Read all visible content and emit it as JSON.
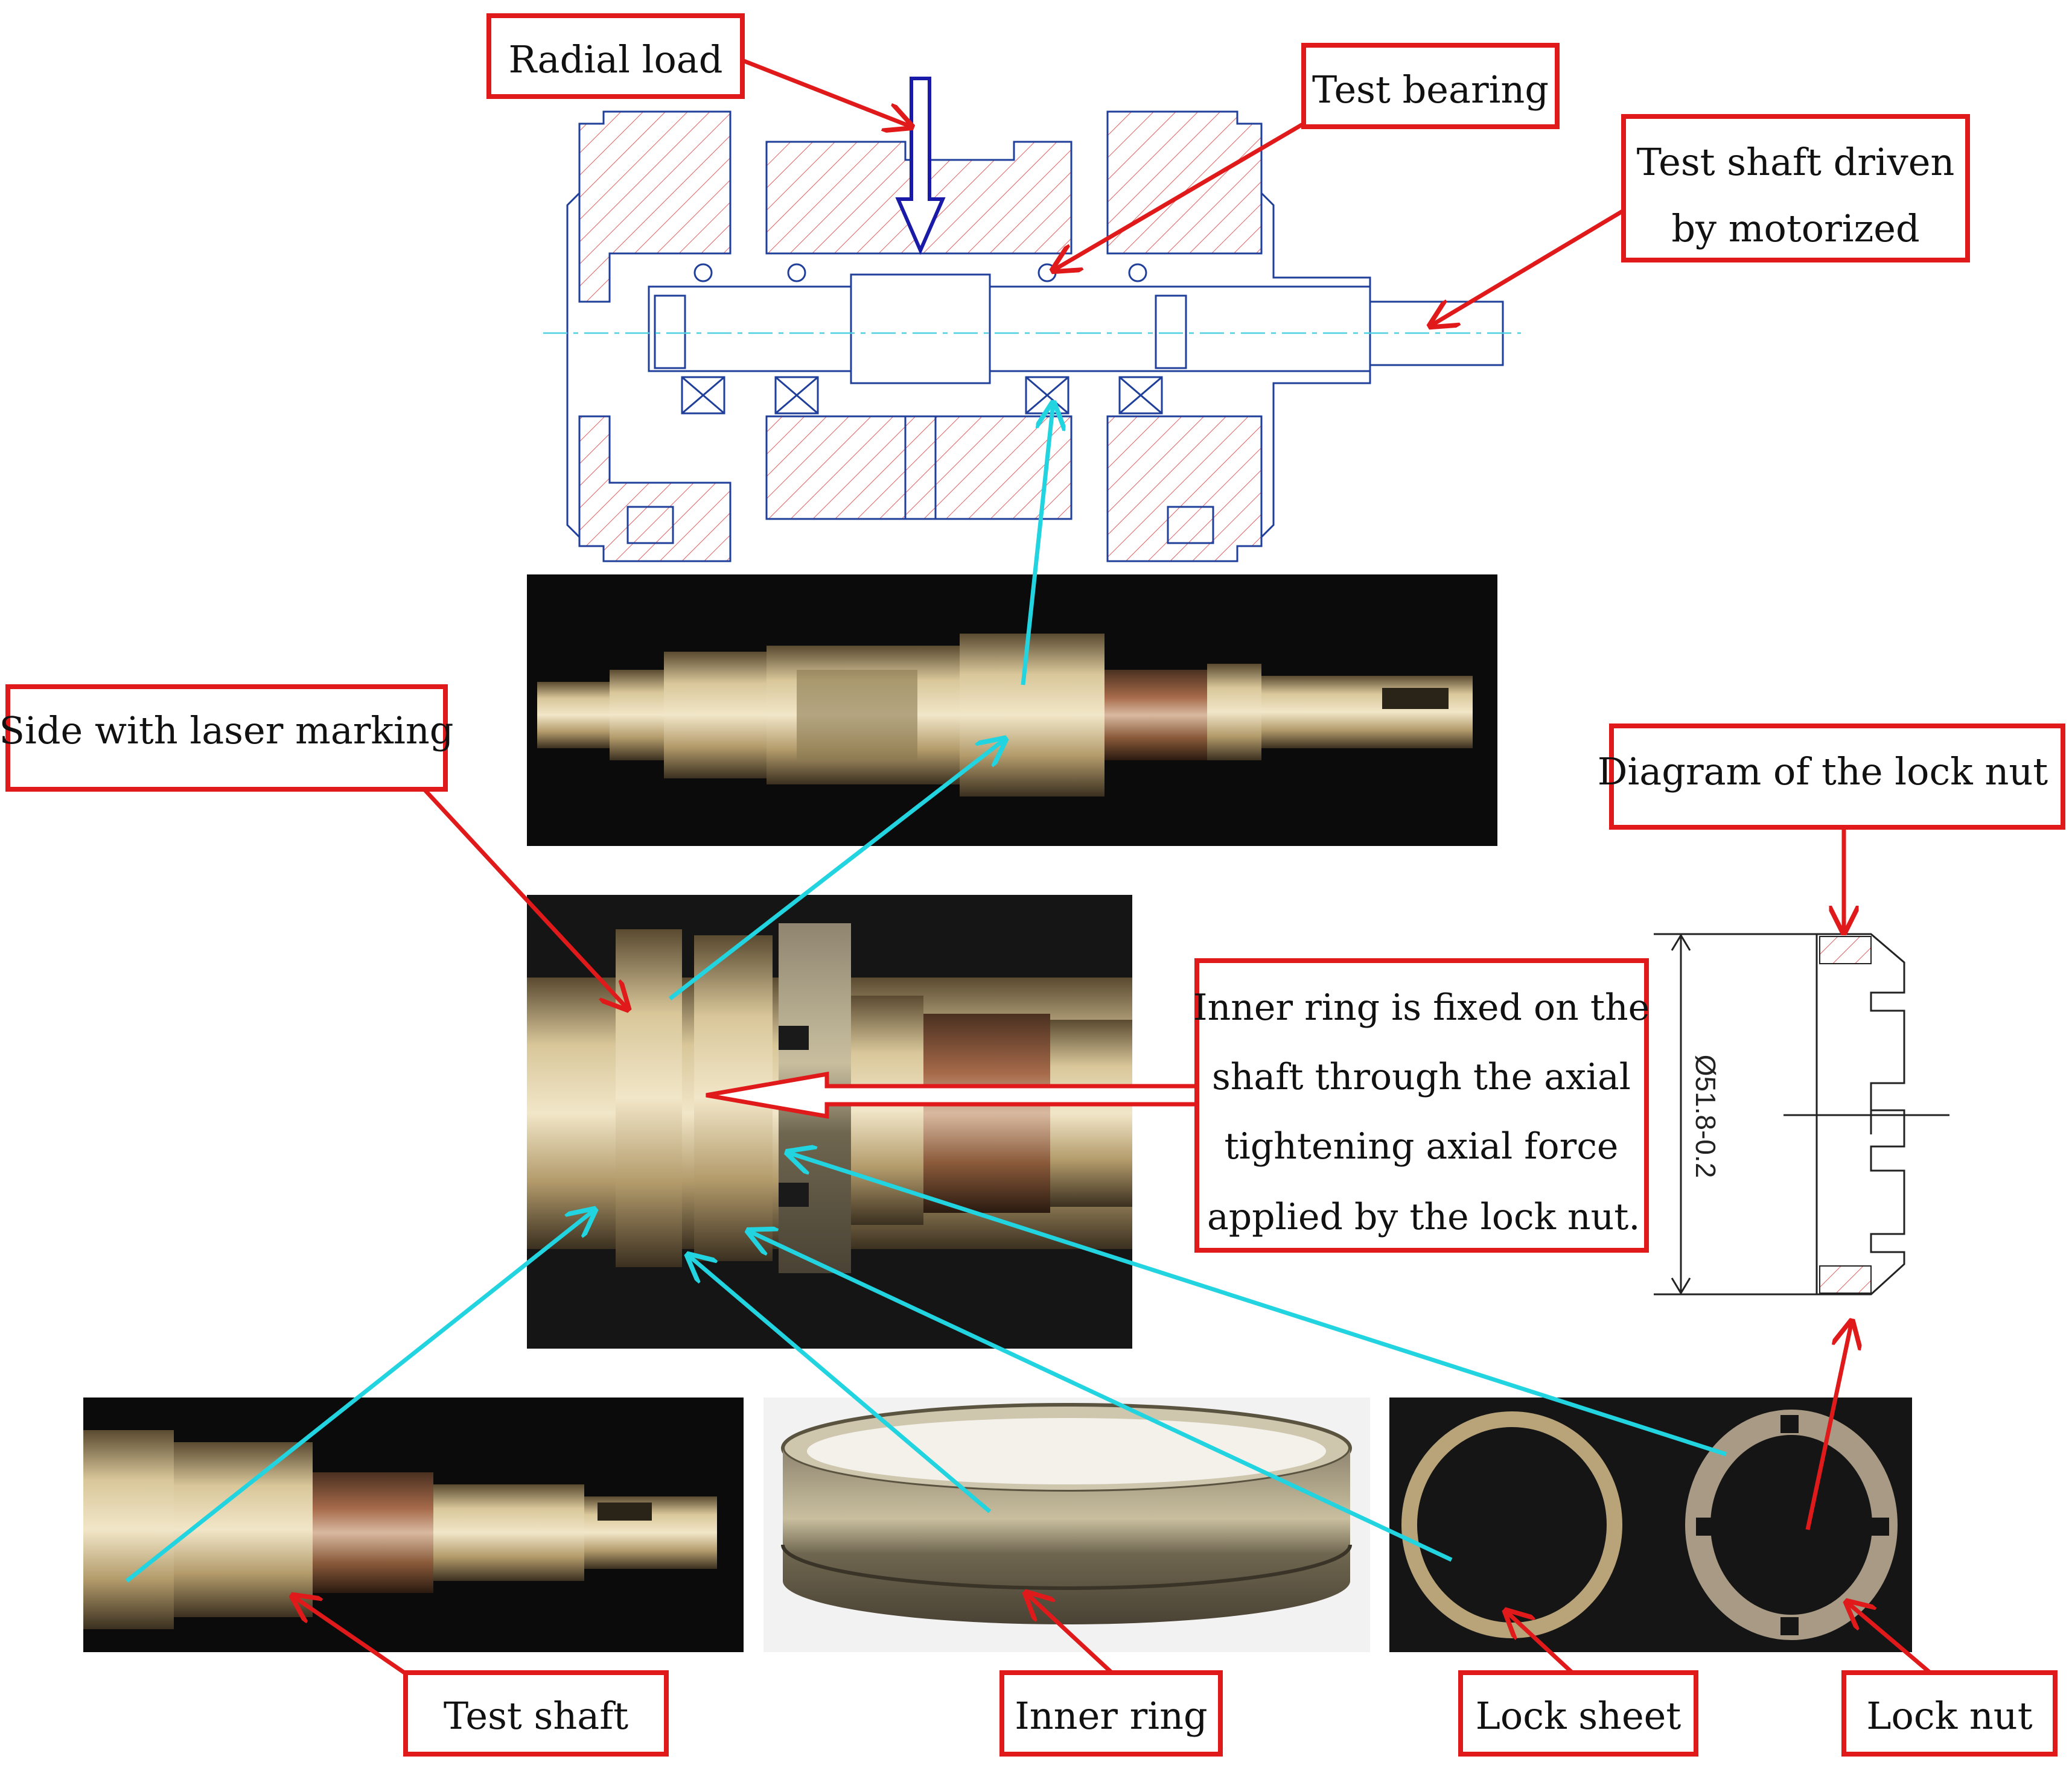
{
  "colors": {
    "callout_border": "#e01a1a",
    "callout_arrow": "#e01a1a",
    "connector": "#22d3e0",
    "load_arrow": "#1a1aa8",
    "drawing_line": "#1f3f9a",
    "hatch": "#e06060",
    "centerline": "#4fd0e0"
  },
  "labels": {
    "radial_load": "Radial load",
    "test_bearing": "Test bearing",
    "test_shaft_driven_line1": "Test shaft driven",
    "test_shaft_driven_line2": "by motorized",
    "side_laser_marking": "Side with laser marking",
    "diagram_lock_nut": "Diagram of the lock nut",
    "inner_ring_note_line1": "Inner ring is fixed on the",
    "inner_ring_note_line2": "shaft through the axial",
    "inner_ring_note_line3": "tightening axial force",
    "inner_ring_note_line4": "applied by the lock nut.",
    "test_shaft": "Test shaft",
    "inner_ring": "Inner ring",
    "lock_sheet": "Lock sheet",
    "lock_nut": "Lock nut"
  },
  "lock_nut_drawing": {
    "dimension": "Ø51.8-0.2"
  },
  "icons": {
    "load_arrow": "down-arrow-icon",
    "callout_arrows": "arrow-icon"
  }
}
